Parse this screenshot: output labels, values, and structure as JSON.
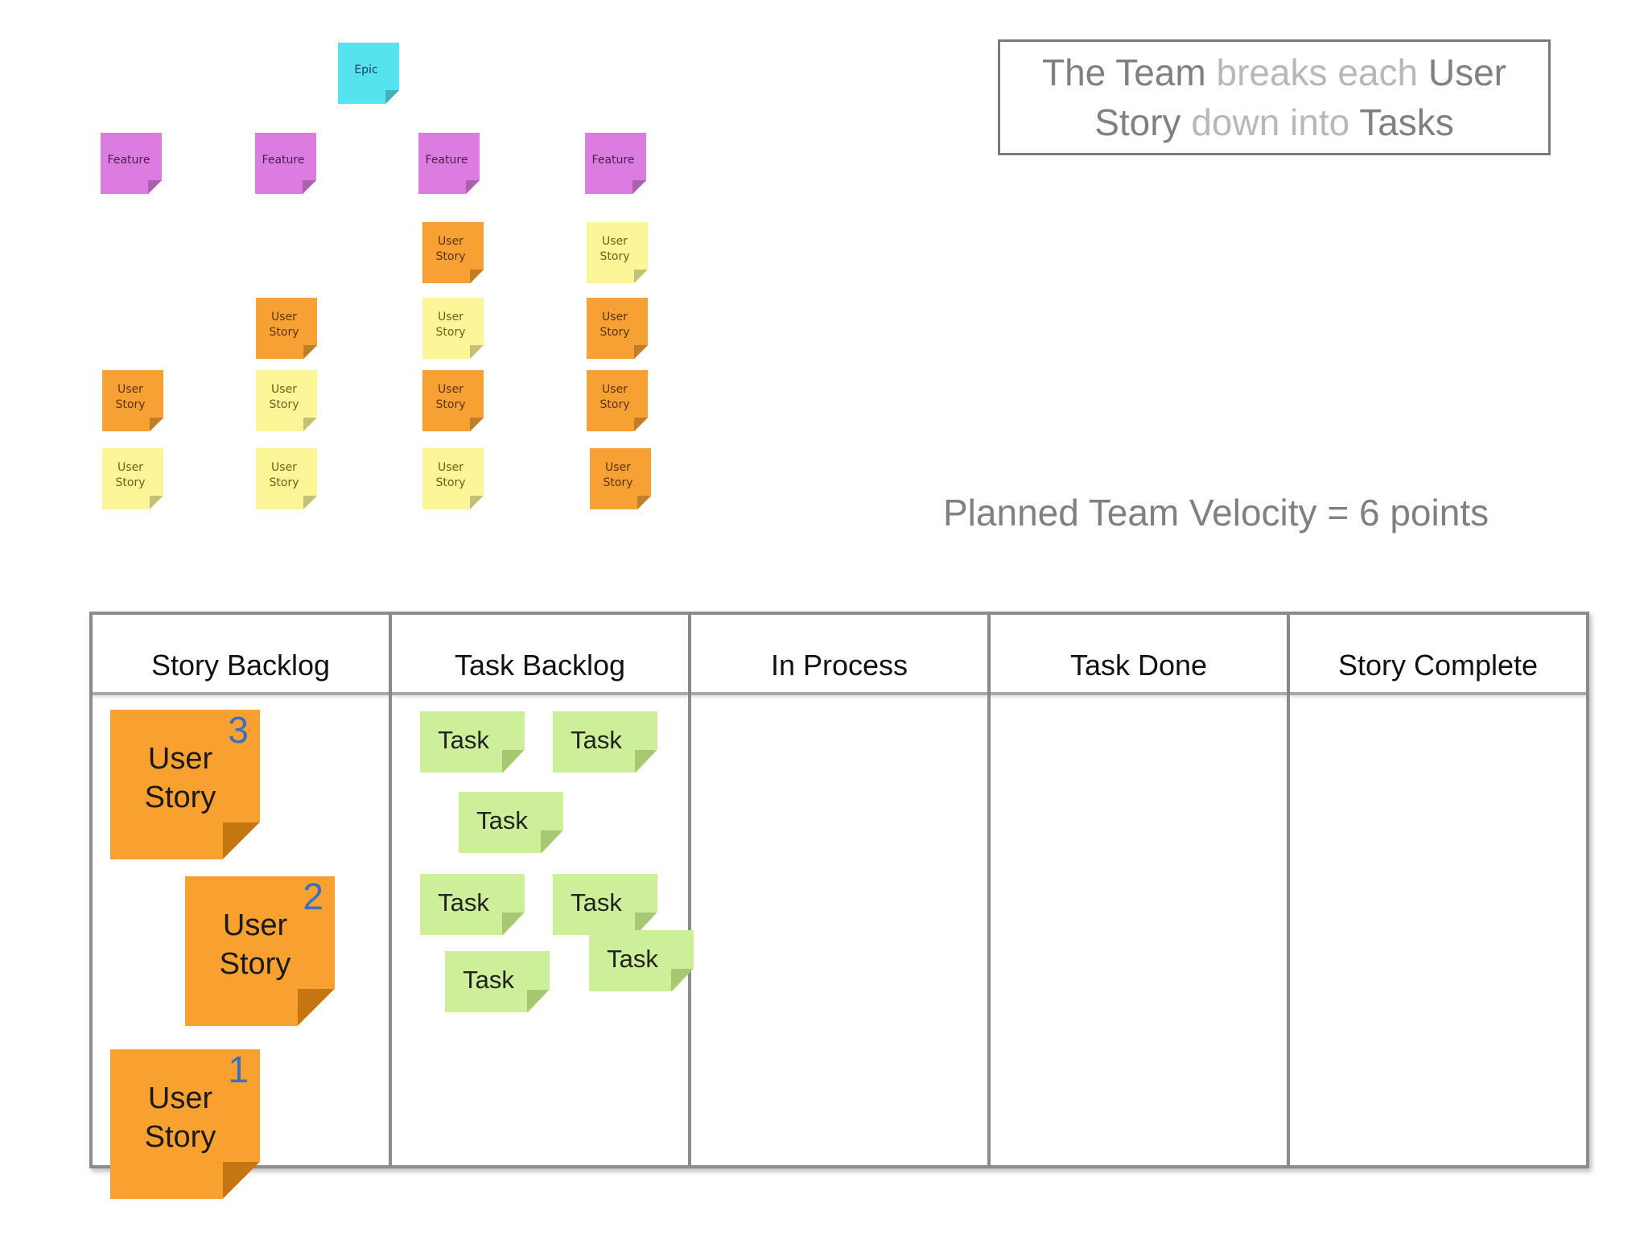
{
  "hierarchy": {
    "epic": "Epic",
    "feature_label": "Feature",
    "story_label": "User\nStory",
    "colors": {
      "epic": "#55e3ef",
      "feature": "#dd7ce0",
      "story_orange": "#f7a134",
      "story_yellow": "#fcf699"
    }
  },
  "callout": {
    "segments": [
      {
        "text": "The Team ",
        "highlight": false
      },
      {
        "text": "breaks each ",
        "highlight": true
      },
      {
        "text": "User Story ",
        "highlight": false
      },
      {
        "text": "down into ",
        "highlight": true
      },
      {
        "text": "Tasks",
        "highlight": false
      }
    ]
  },
  "velocity": "Planned Team Velocity = 6 points",
  "board": {
    "columns": [
      {
        "label": "Story Backlog"
      },
      {
        "label": "Task Backlog"
      },
      {
        "label": "In Process"
      },
      {
        "label": "Task Done"
      },
      {
        "label": "Story Complete"
      }
    ],
    "stories": [
      {
        "label": "User\nStory",
        "points": "3"
      },
      {
        "label": "User\nStory",
        "points": "2"
      },
      {
        "label": "User\nStory",
        "points": "1"
      }
    ],
    "task_label": "Task",
    "colors": {
      "story": "#f8a030",
      "task": "#cdef9a",
      "points": "#3b6fbf"
    }
  }
}
